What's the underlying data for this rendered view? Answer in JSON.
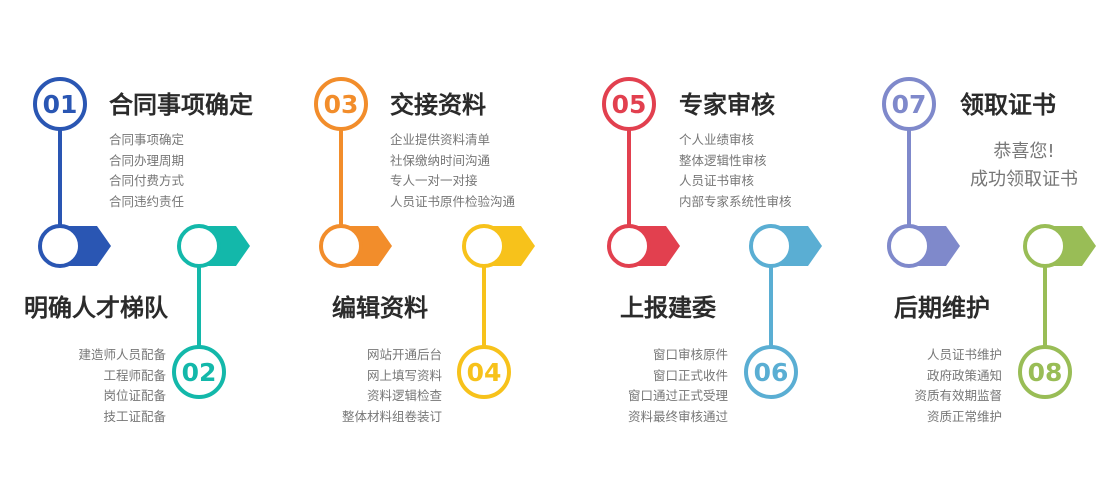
{
  "steps": [
    {
      "number": "01",
      "title": "合同事项确定",
      "color": "#2a56b3",
      "items": [
        "合同事项确定",
        "合同办理周期",
        "合同付费方式",
        "合同违约责任"
      ]
    },
    {
      "number": "02",
      "title": "明确人才梯队",
      "color": "#13b8aa",
      "items": [
        "建造师人员配备",
        "工程师配备",
        "岗位证配备",
        "技工证配备"
      ]
    },
    {
      "number": "03",
      "title": "交接资料",
      "color": "#f28d2b",
      "items": [
        "企业提供资料清单",
        "社保缴纳时间沟通",
        "专人一对一对接",
        "人员证书原件检验沟通"
      ]
    },
    {
      "number": "04",
      "title": "编辑资料",
      "color": "#f7c21b",
      "items": [
        "网站开通后台",
        "网上填写资料",
        "资料逻辑检查",
        "整体材料组卷装订"
      ]
    },
    {
      "number": "05",
      "title": "专家审核",
      "color": "#e2404f",
      "items": [
        "个人业绩审核",
        "整体逻辑性审核",
        "人员证书审核",
        "内部专家系统性审核"
      ]
    },
    {
      "number": "06",
      "title": "上报建委",
      "color": "#5aaed3",
      "items": [
        "窗口审核原件",
        "窗口正式收件",
        "窗口通过正式受理",
        "资料最终审核通过"
      ]
    },
    {
      "number": "07",
      "title": "领取证书",
      "color": "#7f89cb",
      "items": [],
      "congrats": [
        "恭喜您!",
        "成功领取证书"
      ]
    },
    {
      "number": "08",
      "title": "后期维护",
      "color": "#99bd56",
      "items": [
        "人员证书维护",
        "政府政策通知",
        "资质有效期监督",
        "资质正常维护"
      ]
    }
  ]
}
